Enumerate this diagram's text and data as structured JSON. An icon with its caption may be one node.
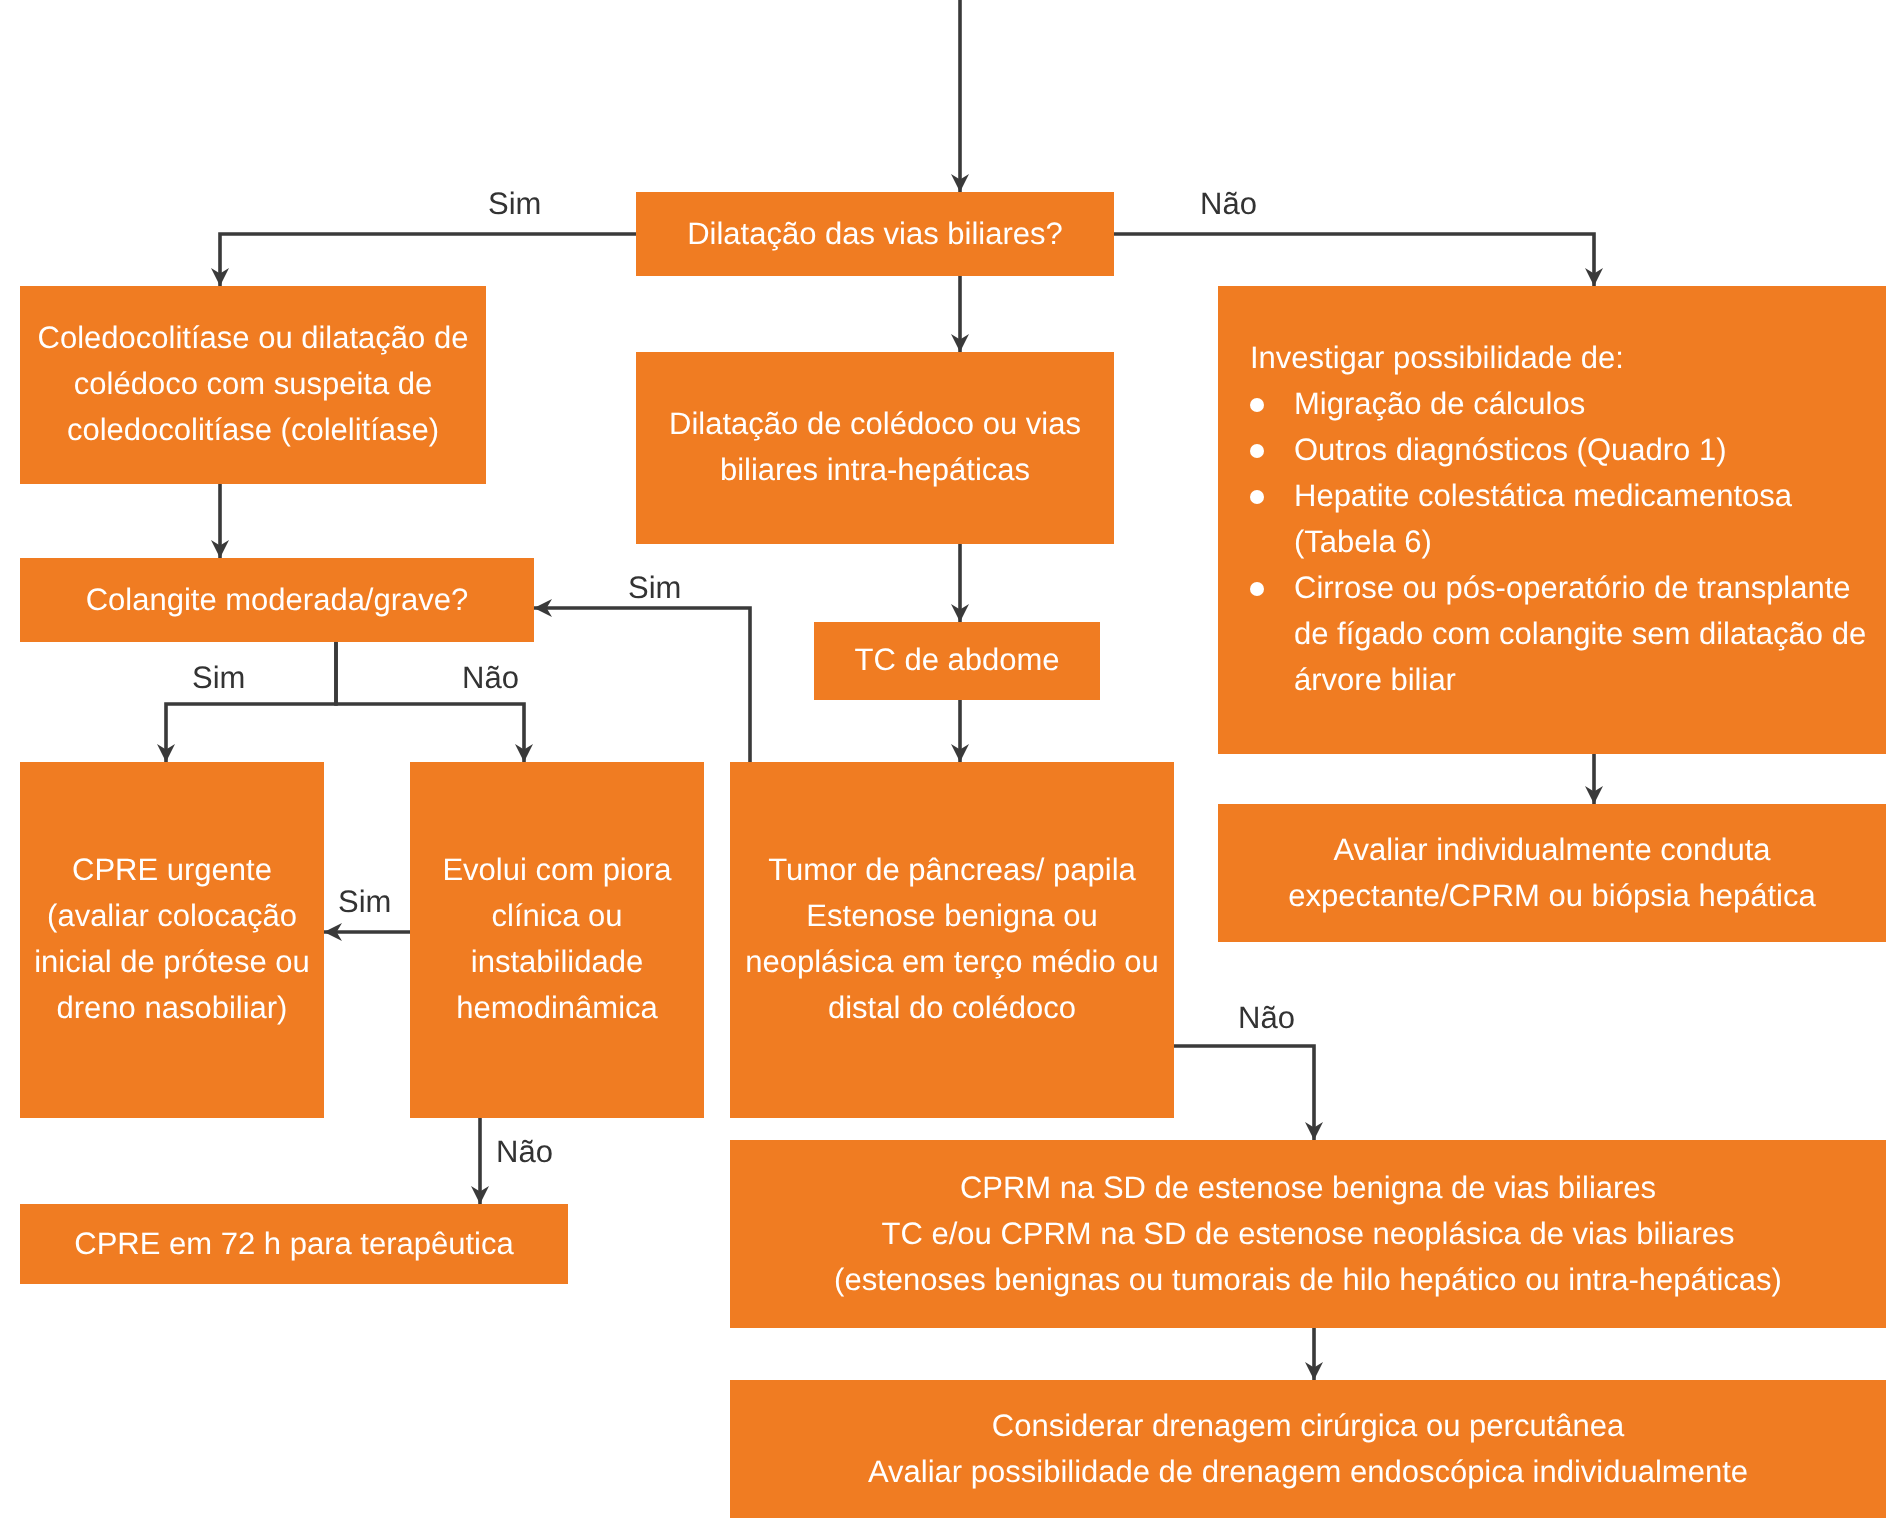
{
  "diagram": {
    "nodes": [
      {
        "text": [
          "Dilatação das vias biliares?"
        ]
      },
      {
        "text": [
          "Coledocolitíase ou dilatação de colédoco com suspeita de coledocolitíase (colelitíase)"
        ]
      },
      {
        "text": [
          "Dilatação de colédoco ou vias biliares intra-hepáticas"
        ]
      },
      {
        "text": [
          "Investigar possibilidade de:",
          "Migração de cálculos",
          "Outros diagnósticos (Quadro 1)",
          "Hepatite colestática medicamentosa (Tabela 6)",
          "Cirrose ou pós-operatório de transplante de fígado com colangite sem dilatação de árvore biliar"
        ]
      },
      {
        "text": [
          "Colangite moderada/grave?"
        ]
      },
      {
        "text": [
          "TC de abdome"
        ]
      },
      {
        "text": [
          "CPRE urgente (avaliar colocação inicial de prótese ou dreno nasobiliar)"
        ]
      },
      {
        "text": [
          "Evolui com piora clínica ou instabilidade hemodinâmica"
        ]
      },
      {
        "text": [
          "Tumor de pâncreas/ papila",
          "Estenose benigna ou neoplásica em terço médio ou distal do colédoco"
        ]
      },
      {
        "text": [
          "Avaliar individualmente conduta expectante/CPRM ou biópsia hepática"
        ]
      },
      {
        "text": [
          "CPRE em 72 h para terapêutica"
        ]
      },
      {
        "text": [
          "CPRM na SD de estenose benigna de vias biliares",
          "TC e/ou CPRM na SD de estenose neoplásica de vias biliares",
          "(estenoses benignas ou tumorais de hilo hepático ou intra-hepáticas)"
        ]
      },
      {
        "text": [
          "Considerar drenagem cirúrgica ou percutânea",
          "Avaliar possibilidade de drenagem endoscópica individualmente"
        ]
      }
    ],
    "edges": [
      {
        "from": null,
        "to": 0,
        "arrow": "to"
      },
      {
        "from": 0,
        "to": 1,
        "arrow": "to",
        "label": "Sim"
      },
      {
        "from": 0,
        "to": 3,
        "arrow": "to",
        "label": "Não"
      },
      {
        "from": 0,
        "to": 2,
        "arrow": "to"
      },
      {
        "from": 1,
        "to": 4,
        "arrow": "to"
      },
      {
        "from": 2,
        "to": 5,
        "arrow": "to"
      },
      {
        "from": 5,
        "to": 8,
        "arrow": "to"
      },
      {
        "from": 4,
        "to": 6,
        "arrow": "to",
        "label": "Sim"
      },
      {
        "from": 4,
        "to": 7,
        "arrow": "to",
        "label": "Não"
      },
      {
        "from": 7,
        "to": 6,
        "arrow": "to",
        "label": "Sim"
      },
      {
        "from": 7,
        "to": 10,
        "arrow": "to",
        "label": "Não"
      },
      {
        "from": 8,
        "to": 4,
        "arrow": "to",
        "label": "Sim"
      },
      {
        "from": 8,
        "to": 11,
        "arrow": "to",
        "label": "Não"
      },
      {
        "from": 3,
        "to": 9,
        "arrow": "to"
      },
      {
        "from": 11,
        "to": 12,
        "arrow": "to"
      }
    ]
  }
}
